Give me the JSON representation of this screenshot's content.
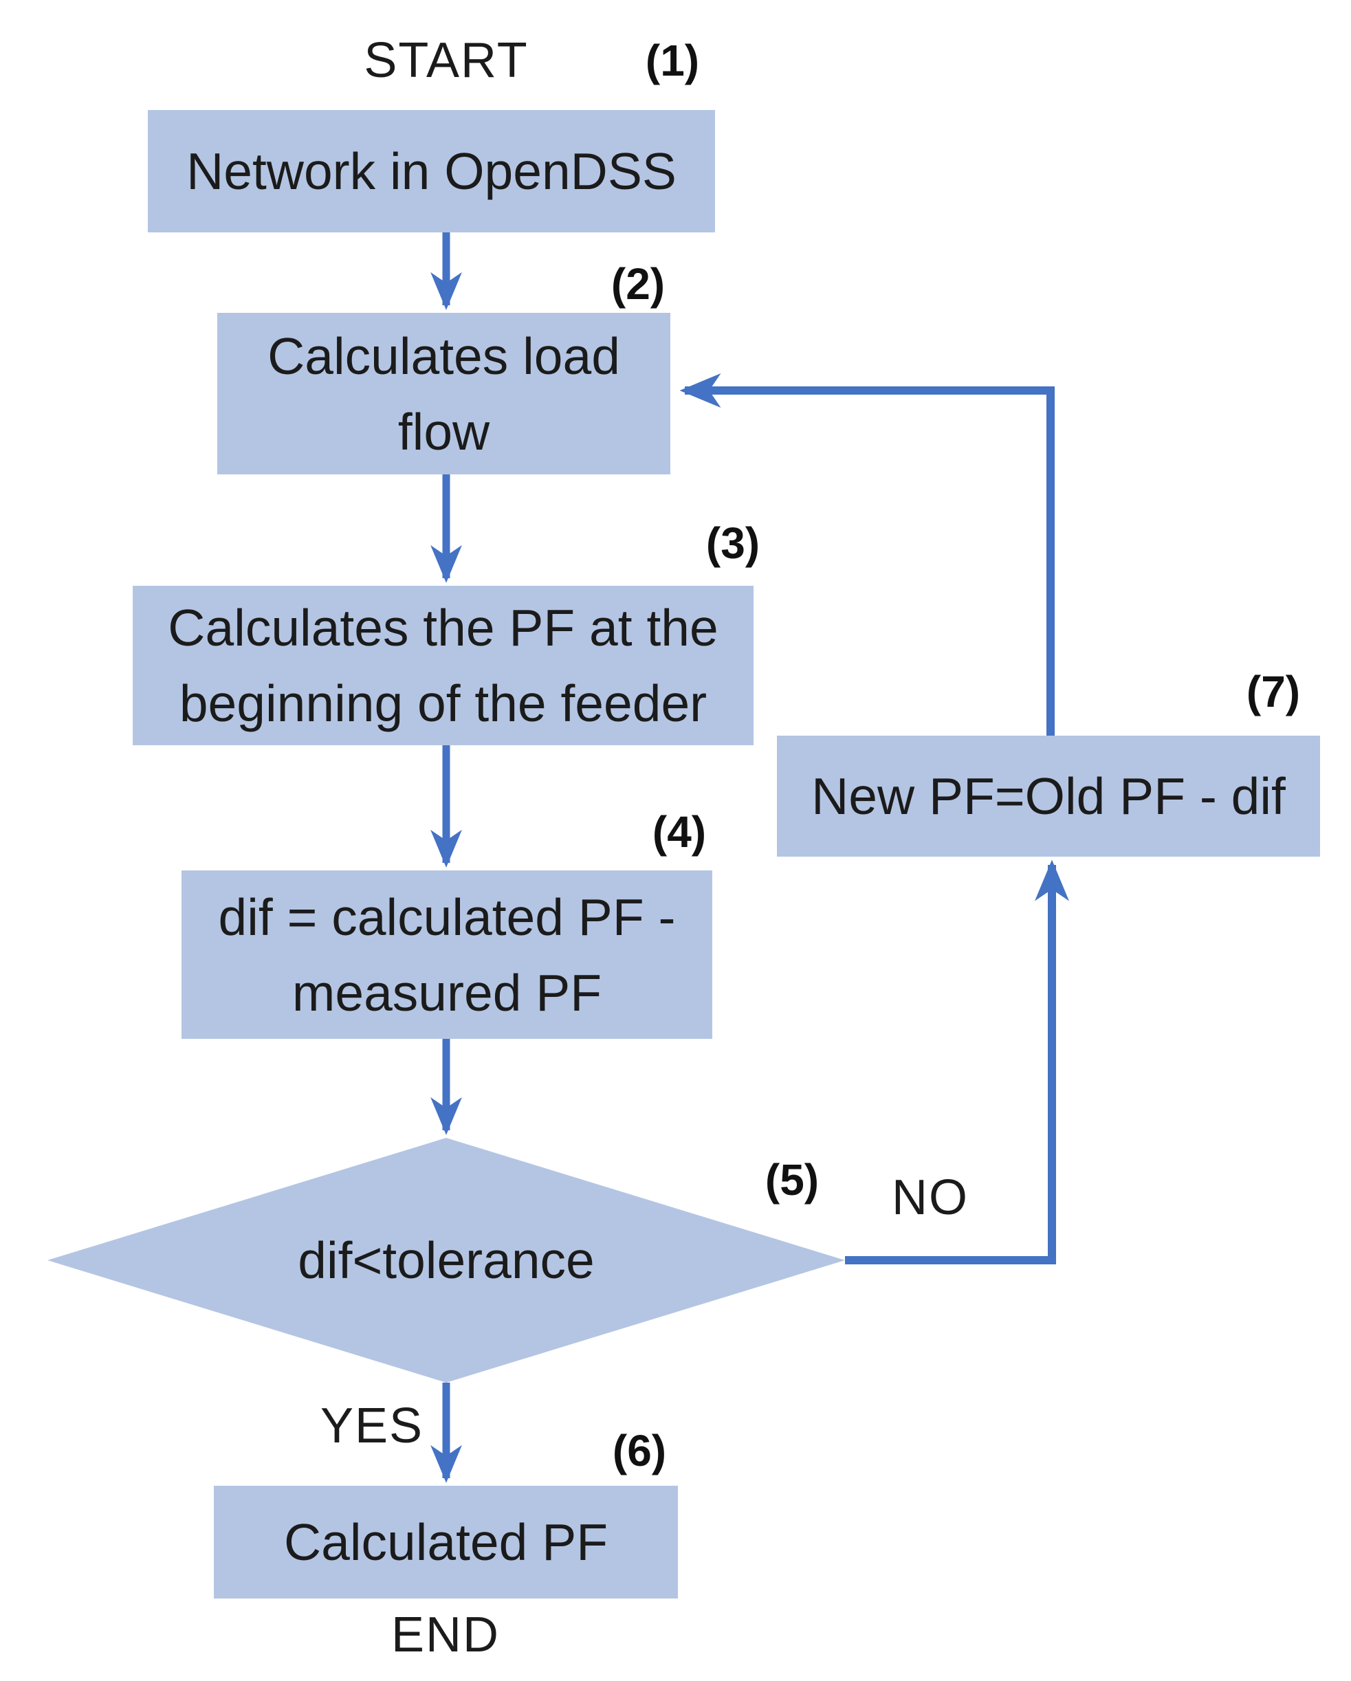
{
  "diagram": {
    "type": "flowchart",
    "terminals": {
      "start": "START",
      "end": "END"
    },
    "branch_labels": {
      "yes": "YES",
      "no": "NO"
    },
    "colors": {
      "box_fill": "#b4c5e3",
      "arrow": "#4472c4",
      "text": "#1b1b1b"
    },
    "steps": [
      {
        "tag": "(1)",
        "shape": "rect",
        "lines": [
          "Network in OpenDSS"
        ]
      },
      {
        "tag": "(2)",
        "shape": "rect",
        "lines": [
          "Calculates load",
          "flow"
        ]
      },
      {
        "tag": "(3)",
        "shape": "rect",
        "lines": [
          "Calculates the PF at the",
          "beginning of the feeder"
        ]
      },
      {
        "tag": "(4)",
        "shape": "rect",
        "lines": [
          "dif = calculated PF -",
          "measured PF"
        ]
      },
      {
        "tag": "(5)",
        "shape": "diamond",
        "lines": [
          "dif<tolerance"
        ]
      },
      {
        "tag": "(6)",
        "shape": "rect",
        "lines": [
          "Calculated PF"
        ]
      },
      {
        "tag": "(7)",
        "shape": "rect",
        "lines": [
          "New PF=Old PF - dif"
        ]
      }
    ],
    "edges": [
      "start->1",
      "1->2",
      "2->3",
      "3->4",
      "4->5",
      "5-YES->6",
      "5-NO->7",
      "7->2",
      "6->end"
    ]
  }
}
